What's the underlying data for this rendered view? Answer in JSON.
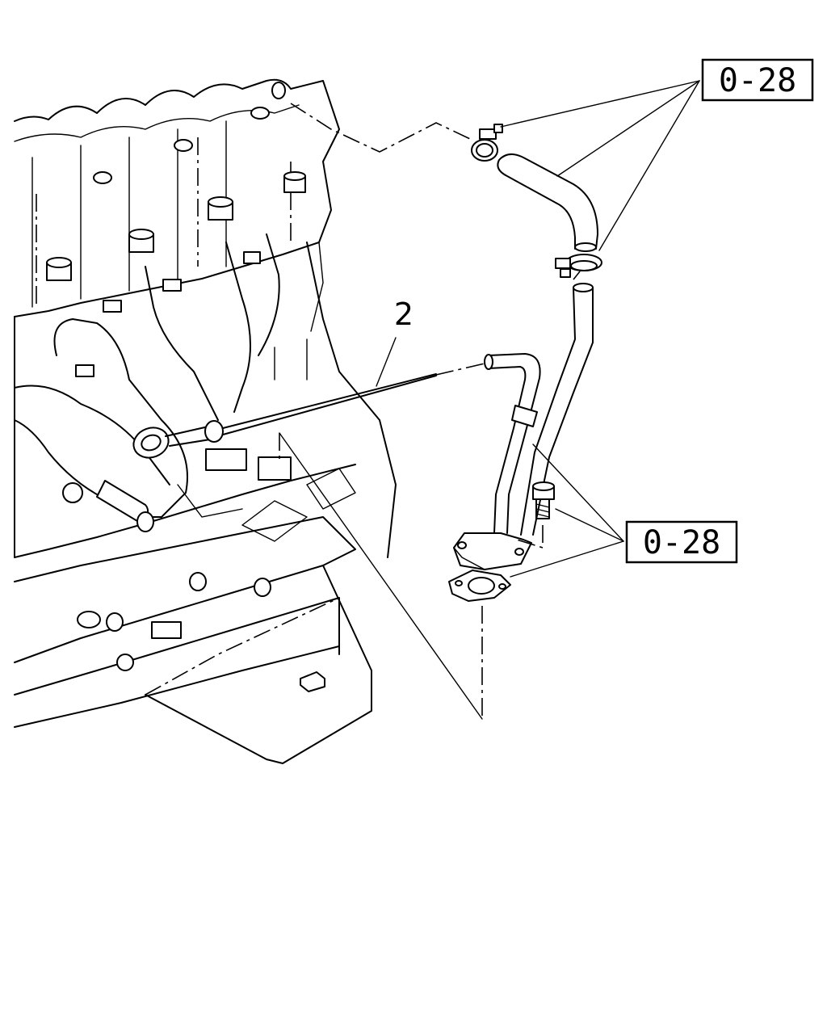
{
  "diagram": {
    "references": [
      {
        "id": "ref-top",
        "label": "0-28"
      },
      {
        "id": "ref-mid",
        "label": "0-28"
      }
    ],
    "callouts": [
      {
        "id": "callout-2",
        "label": "2"
      }
    ]
  }
}
